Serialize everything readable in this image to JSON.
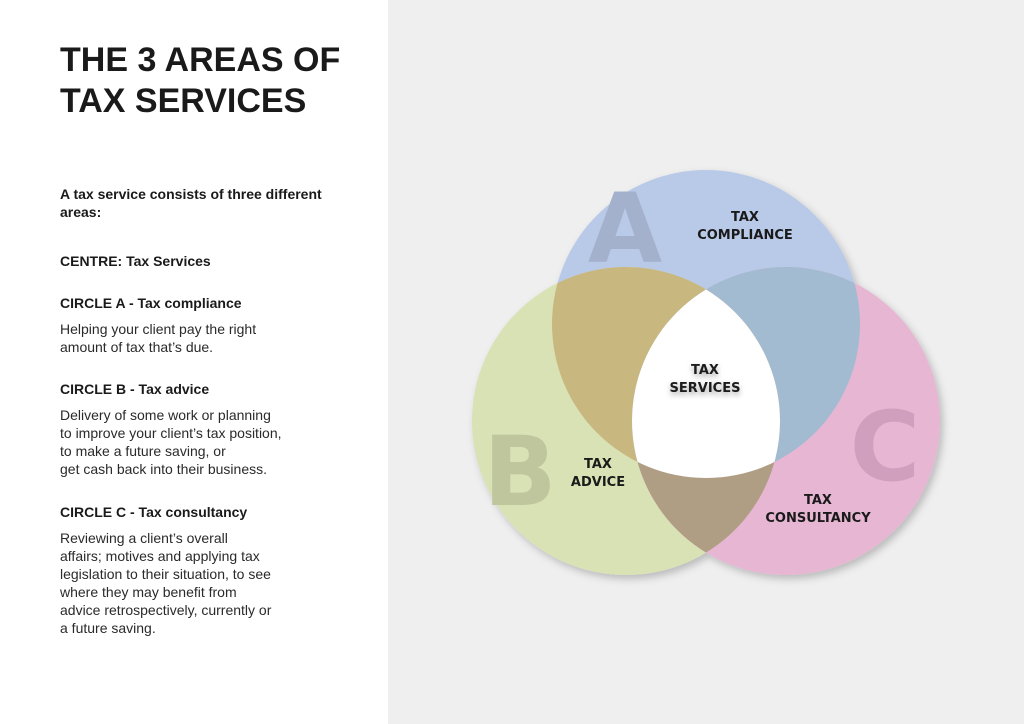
{
  "title": "THE 3 AREAS OF TAX SERVICES",
  "intro": "A tax service consists of three different areas:",
  "centre_heading": "CENTRE: Tax Services",
  "sections": [
    {
      "heading": "CIRCLE A - Tax compliance",
      "body": "Helping your client pay the right\namount of tax that’s due."
    },
    {
      "heading": "CIRCLE B - Tax advice",
      "body": "Delivery of some work or planning\nto improve your client’s tax position,\nto make a future saving, or\nget cash back into their business."
    },
    {
      "heading": "CIRCLE C - Tax consultancy",
      "body": "Reviewing a client’s overall\naffairs; motives and applying tax\nlegislation to their situation, to see\nwhere they may benefit from\nadvice retrospectively, currently or\na future saving."
    }
  ],
  "venn": {
    "a": {
      "letter": "A",
      "line1": "TAX",
      "line2": "COMPLIANCE",
      "color": "#b9c9e8"
    },
    "b": {
      "letter": "B",
      "line1": "TAX",
      "line2": "ADVICE",
      "color": "#d9e2b5"
    },
    "c": {
      "letter": "C",
      "line1": "TAX",
      "line2": "CONSULTANCY",
      "color": "#e6b6d3"
    },
    "ab_color": "#c8b77f",
    "ac_color": "#a2bbd0",
    "bc_color": "#b09e84",
    "centre": {
      "line1": "TAX",
      "line2": "SERVICES",
      "color": "#ffffff"
    }
  }
}
